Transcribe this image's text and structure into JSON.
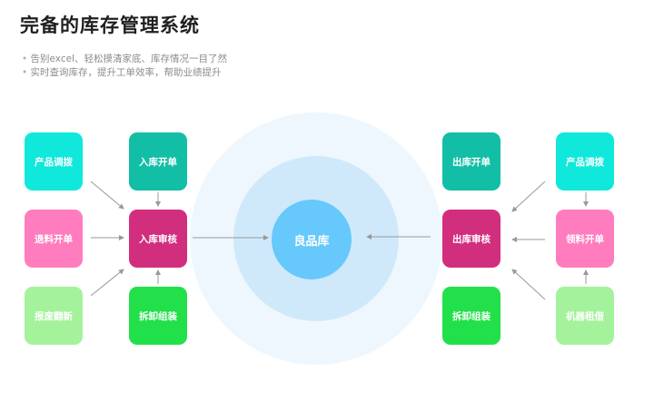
{
  "title": "完备的库存管理系统",
  "bullets": [
    "告别excel、轻松摸清家底、库存情况一目了然",
    "实时查询库存，提升工单效率，帮助业绩提升"
  ],
  "center": {
    "label": "良品库"
  },
  "left": {
    "sources": [
      "产品调拨",
      "退料开单",
      "报废翻新"
    ],
    "inbound_open": "入库开单",
    "inbound_review": "入库审核",
    "disassembly": "拆卸组装"
  },
  "right": {
    "outbound_open": "出库开单",
    "outbound_review": "出库审核",
    "disassembly": "拆卸组装",
    "sources": [
      "产品调拨",
      "领料开单",
      "机器租借"
    ]
  },
  "colors": {
    "cyan": "#11e8dc",
    "pink": "#ff7dbe",
    "light_green": "#a5f29c",
    "teal": "#13bea6",
    "magenta": "#d12e7d",
    "green": "#22e04a",
    "center": "#66c8fb",
    "arrow": "#999999"
  }
}
